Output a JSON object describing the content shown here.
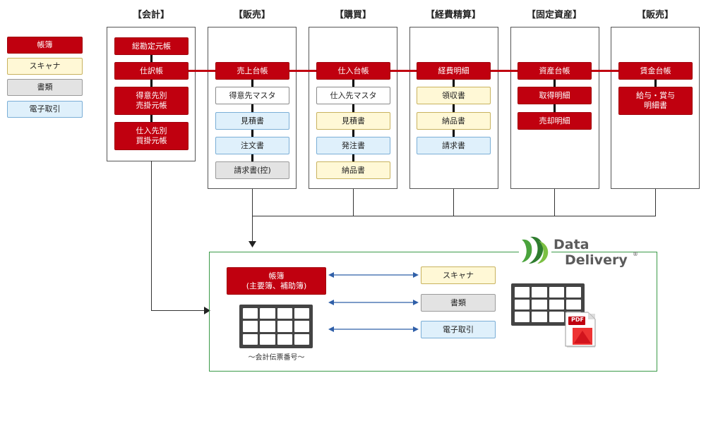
{
  "legend": [
    "帳簿",
    "スキャナ",
    "書類",
    "電子取引"
  ],
  "columns": [
    {
      "title": "【会計】",
      "boxes": [
        "総勘定元帳",
        "仕訳帳",
        "得意先別\n売掛元帳",
        "仕入先別\n買掛元帳"
      ]
    },
    {
      "title": "【販売】",
      "boxes": [
        "売上台帳",
        "得意先マスタ",
        "見積書",
        "注文書",
        "請求書(控)"
      ]
    },
    {
      "title": "【購買】",
      "boxes": [
        "仕入台帳",
        "仕入先マスタ",
        "見積書",
        "発注書",
        "納品書"
      ]
    },
    {
      "title": "【経費精算】",
      "boxes": [
        "経費明細",
        "領収書",
        "納品書",
        "請求書"
      ]
    },
    {
      "title": "【固定資産】",
      "boxes": [
        "資産台帳",
        "取得明細",
        "売却明細"
      ]
    },
    {
      "title": "【販売】",
      "boxes": [
        "賃金台帳",
        "給与・賞与\n明細書"
      ]
    }
  ],
  "datadelivery": {
    "logo_line1": "Data",
    "logo_line2": "Delivery",
    "logo_reg": "®",
    "ledger_box": "帳簿\n(主要簿、補助簿)",
    "targets": [
      "スキャナ",
      "書類",
      "電子取引"
    ],
    "grid_caption": "～会計伝票番号～",
    "pdf_label": "PDF"
  },
  "colors": {
    "accent_red": "#c0000f",
    "scanner_yellow": "#fff8d6",
    "document_gray": "#e3e3e3",
    "etransaction_blue": "#dff0fb",
    "frame_green": "#3a9a48",
    "arrow_blue": "#2f5fa8"
  }
}
